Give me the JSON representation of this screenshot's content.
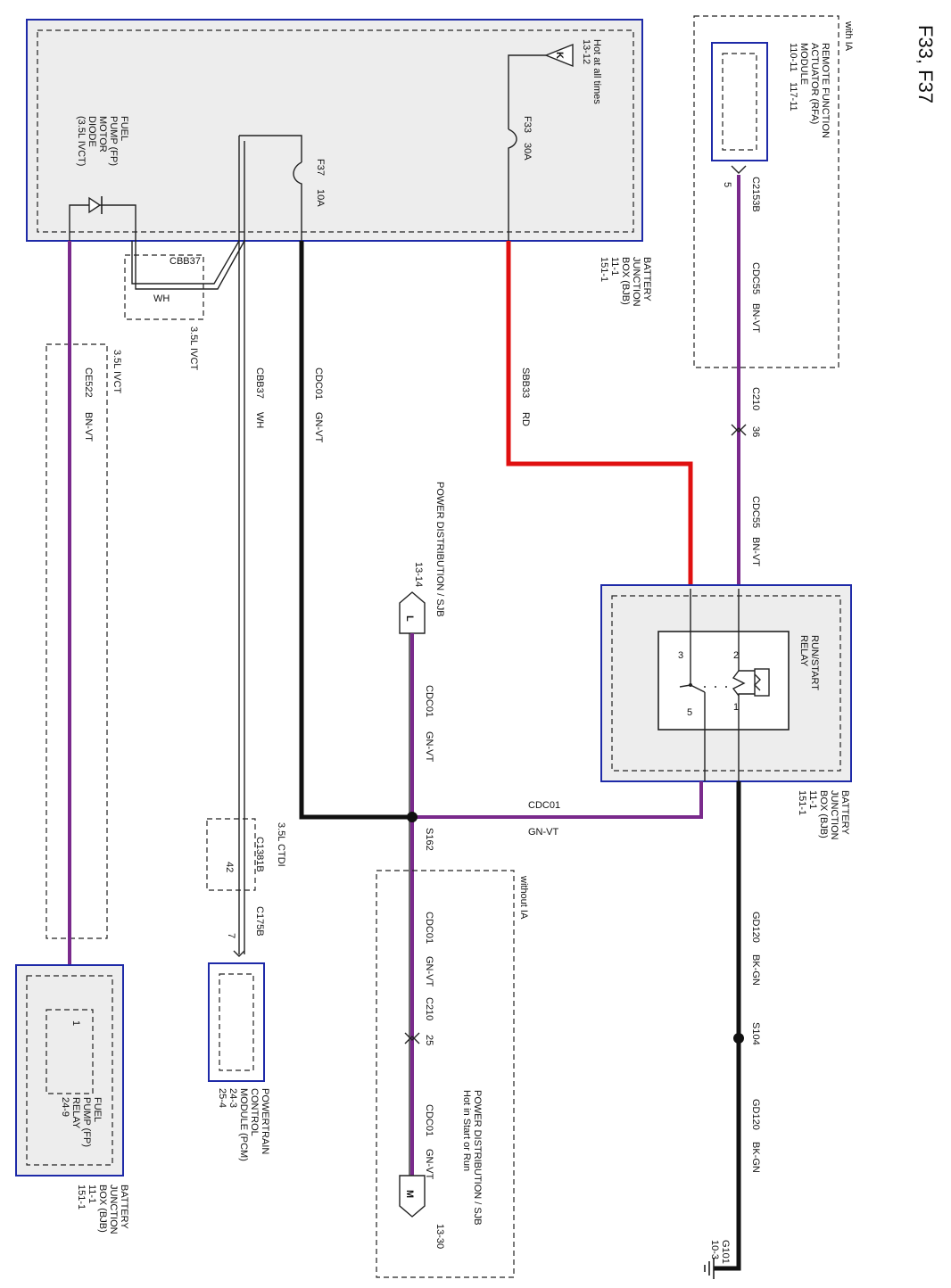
{
  "page_title": "F33, F37",
  "colors": {
    "red": "#e01010",
    "purple": "#7a2a8c",
    "black": "#111111",
    "box_border": "#1e2aa8",
    "box_fill": "#ededed"
  },
  "bjb_top": {
    "hot_label": "Hot at all times",
    "hot_ref": "13-12",
    "hot_pin": "K",
    "fuse_f33": "F33",
    "fuse_f33_rating": "30A",
    "fuse_f37": "F37",
    "fuse_f37_rating": "10A",
    "diode_label_1": "FUEL",
    "diode_label_2": "PUMP (FP)",
    "diode_label_3": "MOTOR",
    "diode_label_4": "DIODE",
    "diode_label_5": "(3.5L IVCT)",
    "name_1": "BATTERY",
    "name_2": "JUNCTION",
    "name_3": "BOX (BJB)",
    "name_4": "11-1",
    "name_5": "151-1"
  },
  "cbb37_box": {
    "connector": "CBB37",
    "color": "WH",
    "condition": "3.5L IVCT"
  },
  "wires": {
    "ce522": "CE522",
    "ce522_color": "BN-VT",
    "cbb37": "CBB37",
    "cbb37_color": "WH",
    "cdc01": "CDC01",
    "cdc01_color": "GN-VT",
    "sbb33": "SBB33",
    "sbb33_color": "RD",
    "cdc55": "CDC55",
    "cdc55_color": "BN-VT",
    "gd120": "GD120",
    "gd120_color": "BK-GN"
  },
  "ivct_box": {
    "condition": "3.5L IVCT"
  },
  "rfa": {
    "condition": "with IA",
    "name_1": "REMOTE FUNCTION",
    "name_2": "ACTUATOR (RFA)",
    "name_3": "MODULE",
    "ref_1": "110-11",
    "ref_2": "117-11",
    "connector": "C2153B",
    "pin": "5"
  },
  "c210_36": {
    "connector": "C210",
    "pin": "36"
  },
  "relay": {
    "name_1": "RUN/START",
    "name_2": "RELAY",
    "pin_1": "1",
    "pin_2": "2",
    "pin_3": "3",
    "pin_5": "5"
  },
  "bjb_right": {
    "name_1": "BATTERY",
    "name_2": "JUNCTION",
    "name_3": "BOX (BJB)",
    "name_4": "11-1",
    "name_5": "151-1"
  },
  "pd_top": {
    "name": "POWER DISTRIBUTION / SJB",
    "ref": "13-14",
    "pin": "L"
  },
  "splice_s162": "S162",
  "splice_s104": "S104",
  "without_ia_box": {
    "condition": "without IA"
  },
  "c210_25": {
    "connector": "C210",
    "pin": "25"
  },
  "pd_bottom": {
    "name": "POWER DISTRIBUTION / SJB",
    "sub": "Hot in Start or Run",
    "ref": "13-30",
    "pin": "M"
  },
  "ground": {
    "name": "G101",
    "ref": "10-3"
  },
  "ctdi_box": {
    "condition": "3.5L CTDI",
    "connector": "C1381B",
    "pin": "42"
  },
  "pcm": {
    "connector": "C175B",
    "pin": "7",
    "name_1": "POWERTRAIN",
    "name_2": "CONTROL",
    "name_3": "MODULE (PCM)",
    "ref_1": "24-3",
    "ref_2": "25-4"
  },
  "fp_relay": {
    "pin": "1",
    "name_1": "FUEL",
    "name_2": "PUMP (FP)",
    "name_3": "RELAY",
    "ref": "24-9"
  },
  "bjb_bottom": {
    "name_1": "BATTERY",
    "name_2": "JUNCTION",
    "name_3": "BOX (BJB)",
    "name_4": "11-1",
    "name_5": "151-1"
  }
}
